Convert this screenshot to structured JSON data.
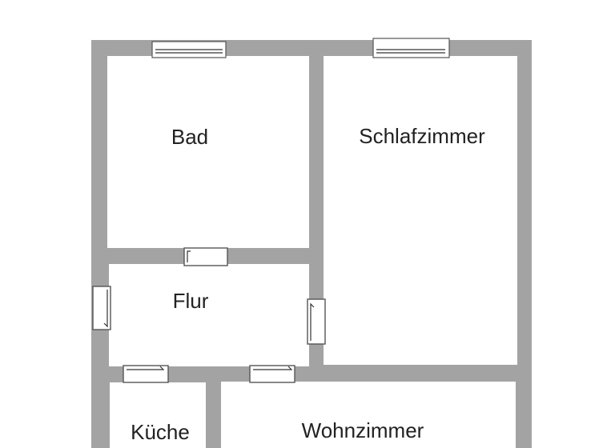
{
  "floor_plan": {
    "rooms": {
      "bad": {
        "label": "Bad"
      },
      "schlafzimmer": {
        "label": "Schlafzimmer"
      },
      "flur": {
        "label": "Flur"
      },
      "kueche": {
        "label": "Küche"
      },
      "wohnzimmer": {
        "label": "Wohnzimmer"
      }
    },
    "colors": {
      "wall": "#a3a3a3",
      "floor": "#ffffff",
      "text": "#222222"
    }
  }
}
